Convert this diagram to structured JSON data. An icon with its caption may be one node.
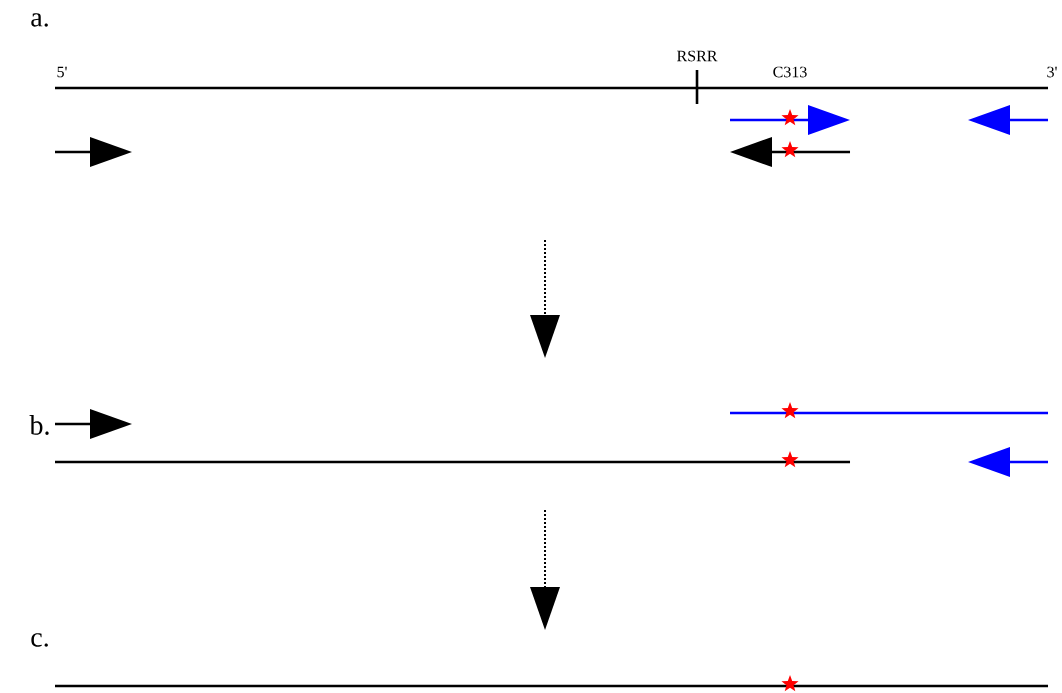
{
  "diagram": {
    "labels": [
      "a.",
      "RSRR",
      "5'",
      "C313",
      "3'",
      "b.",
      "c."
    ]
  }
}
